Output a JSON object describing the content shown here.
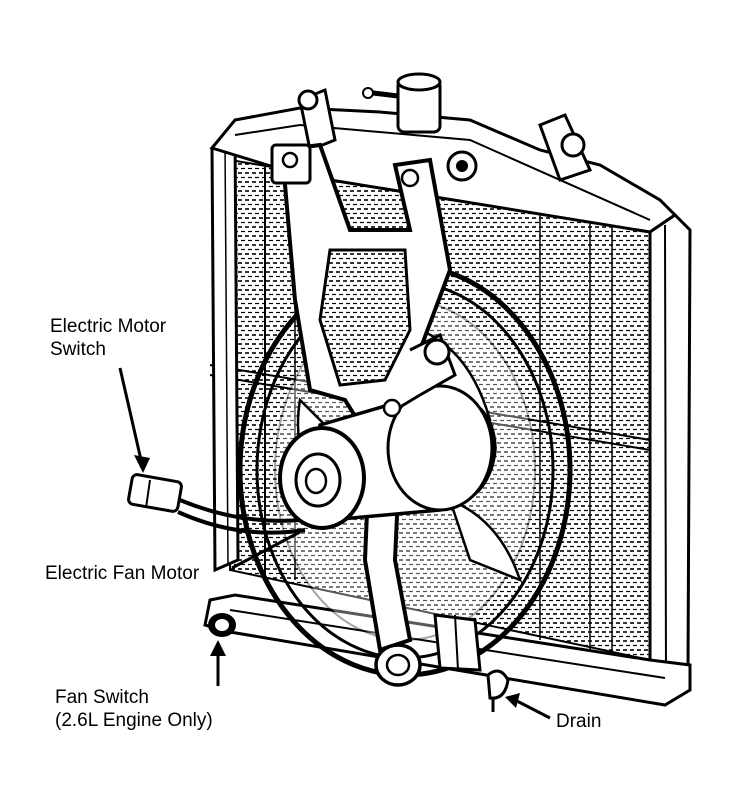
{
  "figure": {
    "labels": {
      "electric_motor_switch": [
        "Electric Motor",
        "Switch"
      ],
      "electric_fan_motor": "Electric Fan Motor",
      "fan_switch": [
        "Fan Switch",
        "(2.6L Engine Only)"
      ],
      "drain": "Drain"
    }
  },
  "colors": {
    "ink": "#000000",
    "paper": "#ffffff"
  }
}
